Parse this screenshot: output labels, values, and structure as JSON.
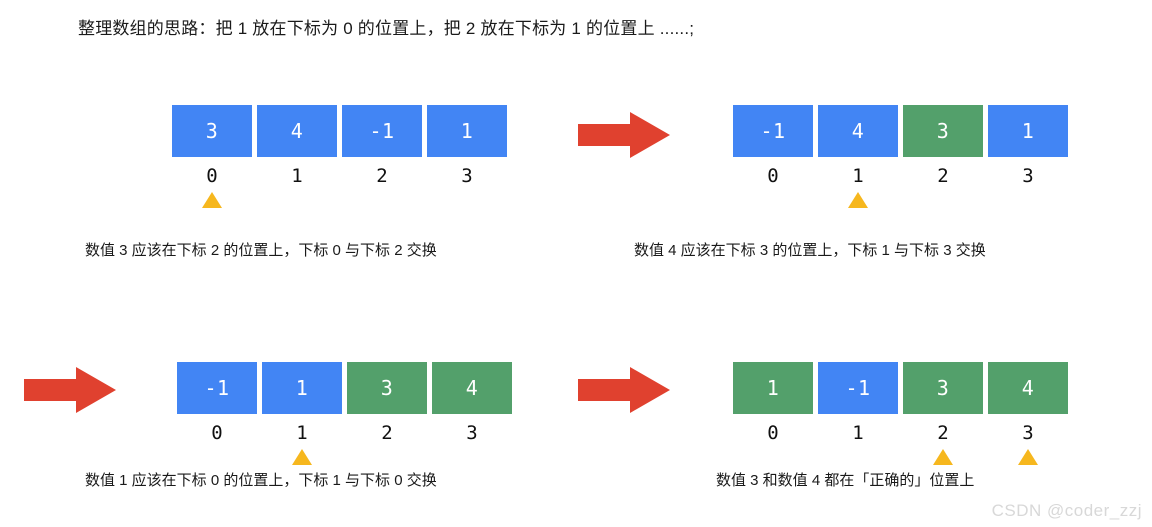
{
  "title": "整理数组的思路：把 1 放在下标为 0 的位置上，把 2 放在下标为 1 的位置上 ......;",
  "colors": {
    "blue": "#4285f4",
    "green": "#53a06b",
    "arrow_red": "#e0412f",
    "pointer_amber": "#f6b71e",
    "text": "#1a1a1a",
    "watermark": "#d8d8d8"
  },
  "icons": {
    "red_arrow": "arrow-right-icon",
    "pointer": "triangle-up-pointer-icon"
  },
  "steps": [
    {
      "id": "step-1",
      "cells": [
        {
          "value": "3",
          "state": "blue"
        },
        {
          "value": "4",
          "state": "blue"
        },
        {
          "value": "-1",
          "state": "blue"
        },
        {
          "value": "1",
          "state": "blue"
        }
      ],
      "indices": [
        "0",
        "1",
        "2",
        "3"
      ],
      "pointers": [
        true,
        false,
        false,
        false
      ],
      "caption": "数值 3 应该在下标 2 的位置上，下标 0 与下标 2 交换"
    },
    {
      "id": "step-2",
      "cells": [
        {
          "value": "-1",
          "state": "blue"
        },
        {
          "value": "4",
          "state": "blue"
        },
        {
          "value": "3",
          "state": "green"
        },
        {
          "value": "1",
          "state": "blue"
        }
      ],
      "indices": [
        "0",
        "1",
        "2",
        "3"
      ],
      "pointers": [
        false,
        true,
        false,
        false
      ],
      "caption": "数值 4 应该在下标 3 的位置上，下标 1 与下标 3 交换"
    },
    {
      "id": "step-3",
      "cells": [
        {
          "value": "-1",
          "state": "blue"
        },
        {
          "value": "1",
          "state": "blue"
        },
        {
          "value": "3",
          "state": "green"
        },
        {
          "value": "4",
          "state": "green"
        }
      ],
      "indices": [
        "0",
        "1",
        "2",
        "3"
      ],
      "pointers": [
        false,
        true,
        false,
        false
      ],
      "caption": "数值 1 应该在下标 0 的位置上，下标 1 与下标 0 交换"
    },
    {
      "id": "step-4",
      "cells": [
        {
          "value": "1",
          "state": "green"
        },
        {
          "value": "-1",
          "state": "blue"
        },
        {
          "value": "3",
          "state": "green"
        },
        {
          "value": "4",
          "state": "green"
        }
      ],
      "indices": [
        "0",
        "1",
        "2",
        "3"
      ],
      "pointers": [
        false,
        false,
        true,
        true
      ],
      "caption": "数值 3 和数值 4 都在「正确的」位置上"
    }
  ],
  "watermark": "CSDN @coder_zzj"
}
